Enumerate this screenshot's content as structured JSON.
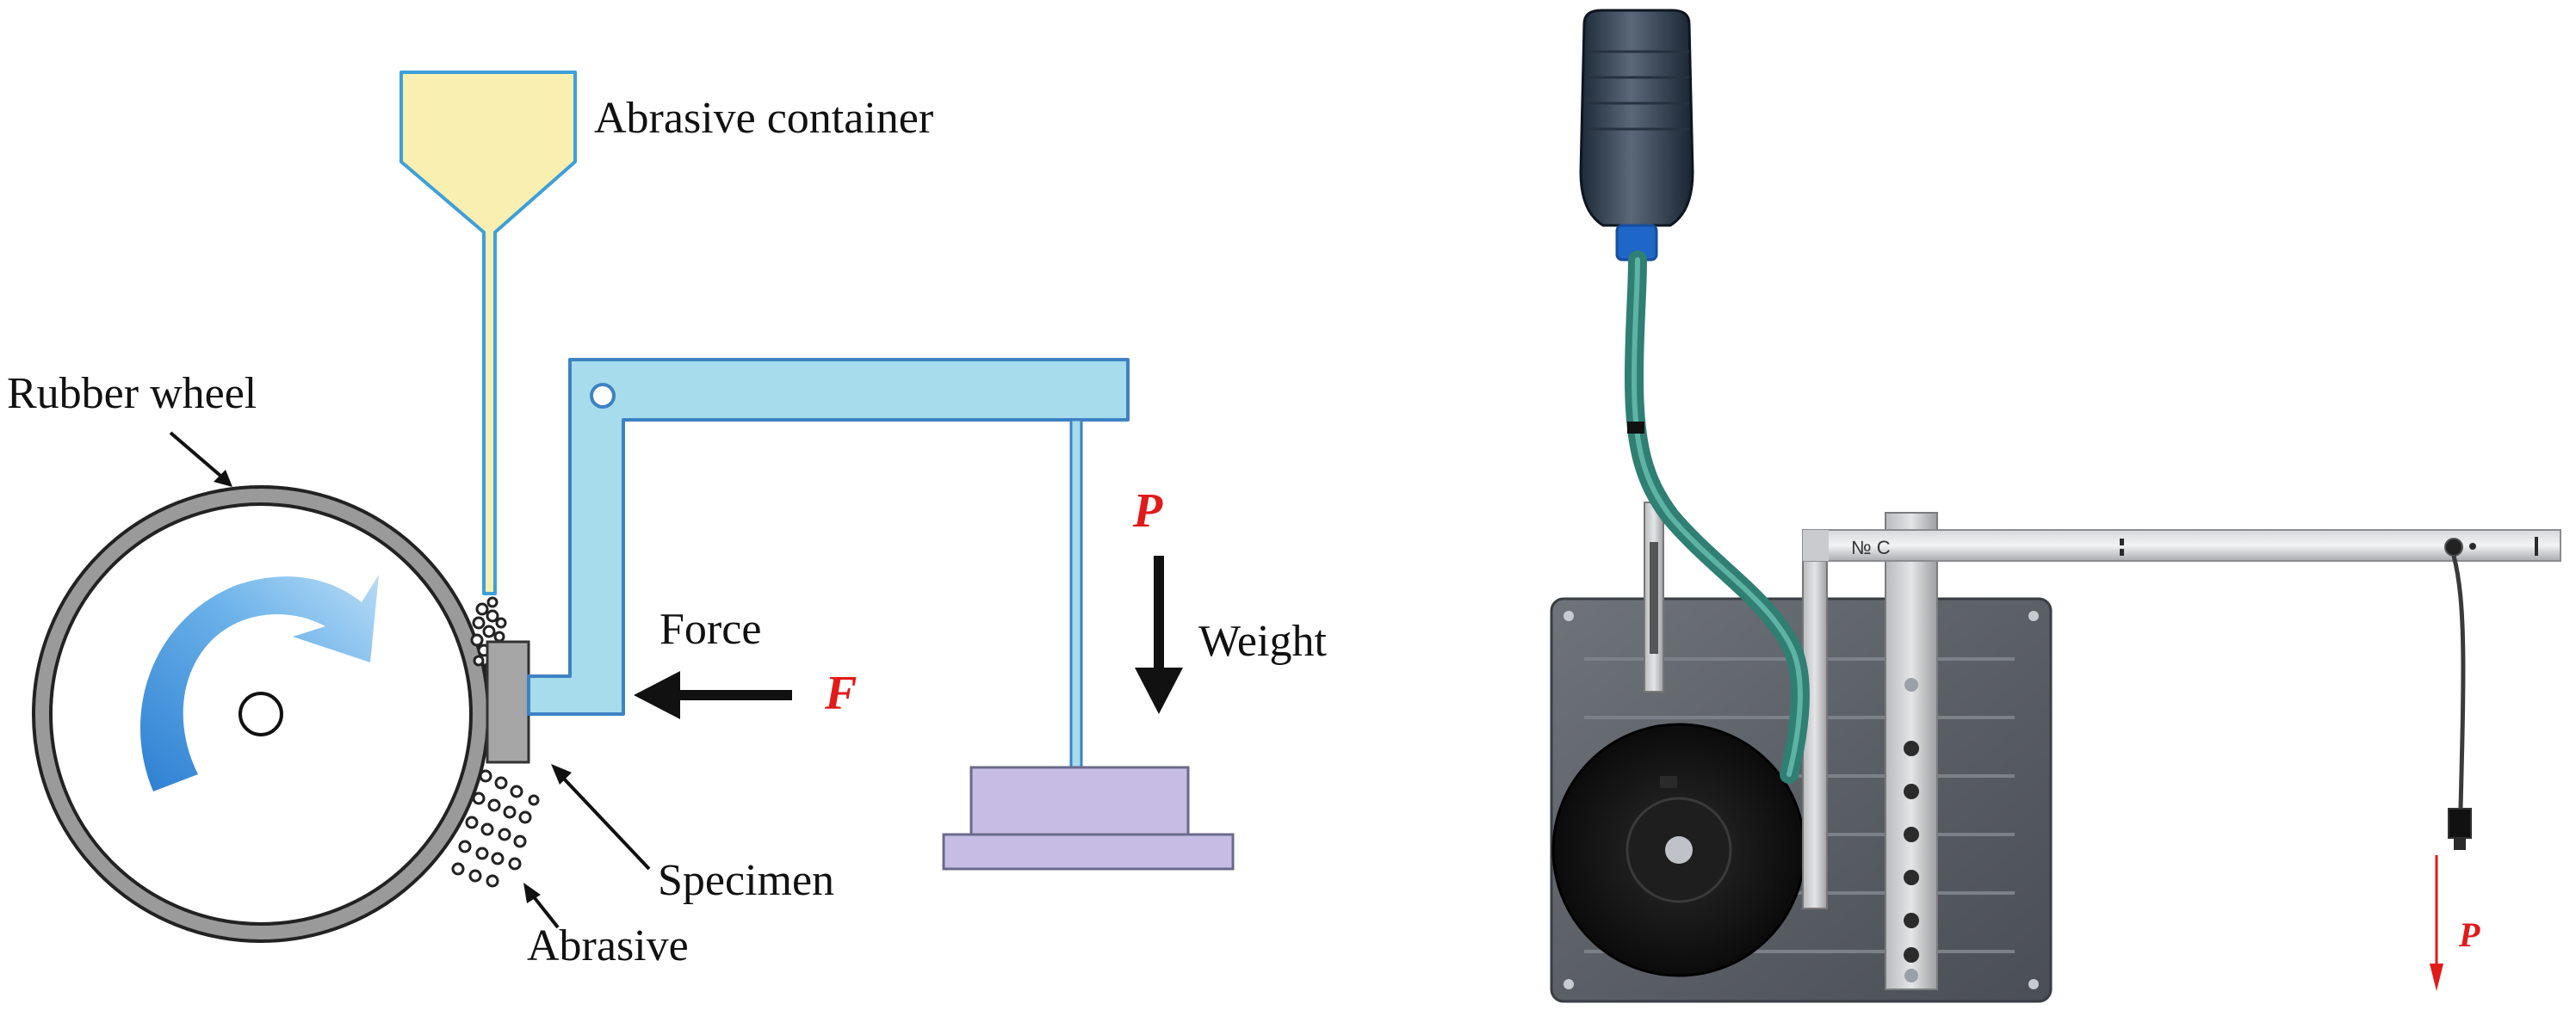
{
  "left": {
    "labels": {
      "abrasive_container": "Abrasive container",
      "rubber_wheel": "Rubber  wheel",
      "force": "Force",
      "force_symbol": "F",
      "weight": "Weight",
      "weight_symbol": "P",
      "specimen": "Specimen",
      "abrasive": "Abrasive"
    }
  },
  "right": {
    "labels": {
      "load_symbol": "P",
      "arm_marking": "№ C"
    }
  },
  "colors": {
    "container_fill": "#f8efb0",
    "lever_fill": "#a6dcec",
    "lever_stroke": "#3e82c4",
    "weight_fill": "#c7bde4",
    "weight_stroke": "#6a6a8a",
    "wheel_rim": "#9a9a9a",
    "rotation_arrow": "#4a98dc",
    "specimen_fill": "#a6a6a6",
    "symbol_red": "#e11a1a"
  }
}
